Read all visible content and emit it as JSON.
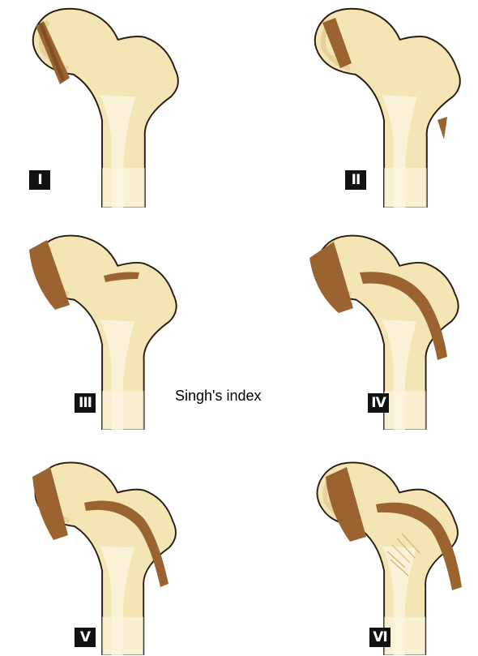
{
  "caption": "Singh's index",
  "grades": [
    {
      "label": "I",
      "tracts": []
    },
    {
      "label": "II",
      "tracts": [
        "principal-compressive",
        "partial-principal-tensile"
      ]
    },
    {
      "label": "III",
      "tracts": [
        "principal-compressive",
        "partial-principal-tensile"
      ]
    },
    {
      "label": "IV",
      "tracts": [
        "principal-compressive",
        "principal-tensile"
      ]
    },
    {
      "label": "V",
      "tracts": [
        "principal-compressive",
        "principal-tensile"
      ]
    },
    {
      "label": "VI",
      "tracts": [
        "principal-compressive",
        "principal-tensile",
        "secondary-trabeculae"
      ]
    }
  ],
  "colors": {
    "bone_fill": "#f3e6b4",
    "bone_highlight": "#fbf6e3",
    "bone_shade": "#e0c98c",
    "outline": "#2a1c10",
    "trabeculae": "#9a6330",
    "trabeculae_dark": "#6e4420",
    "label_bg": "#111111"
  }
}
